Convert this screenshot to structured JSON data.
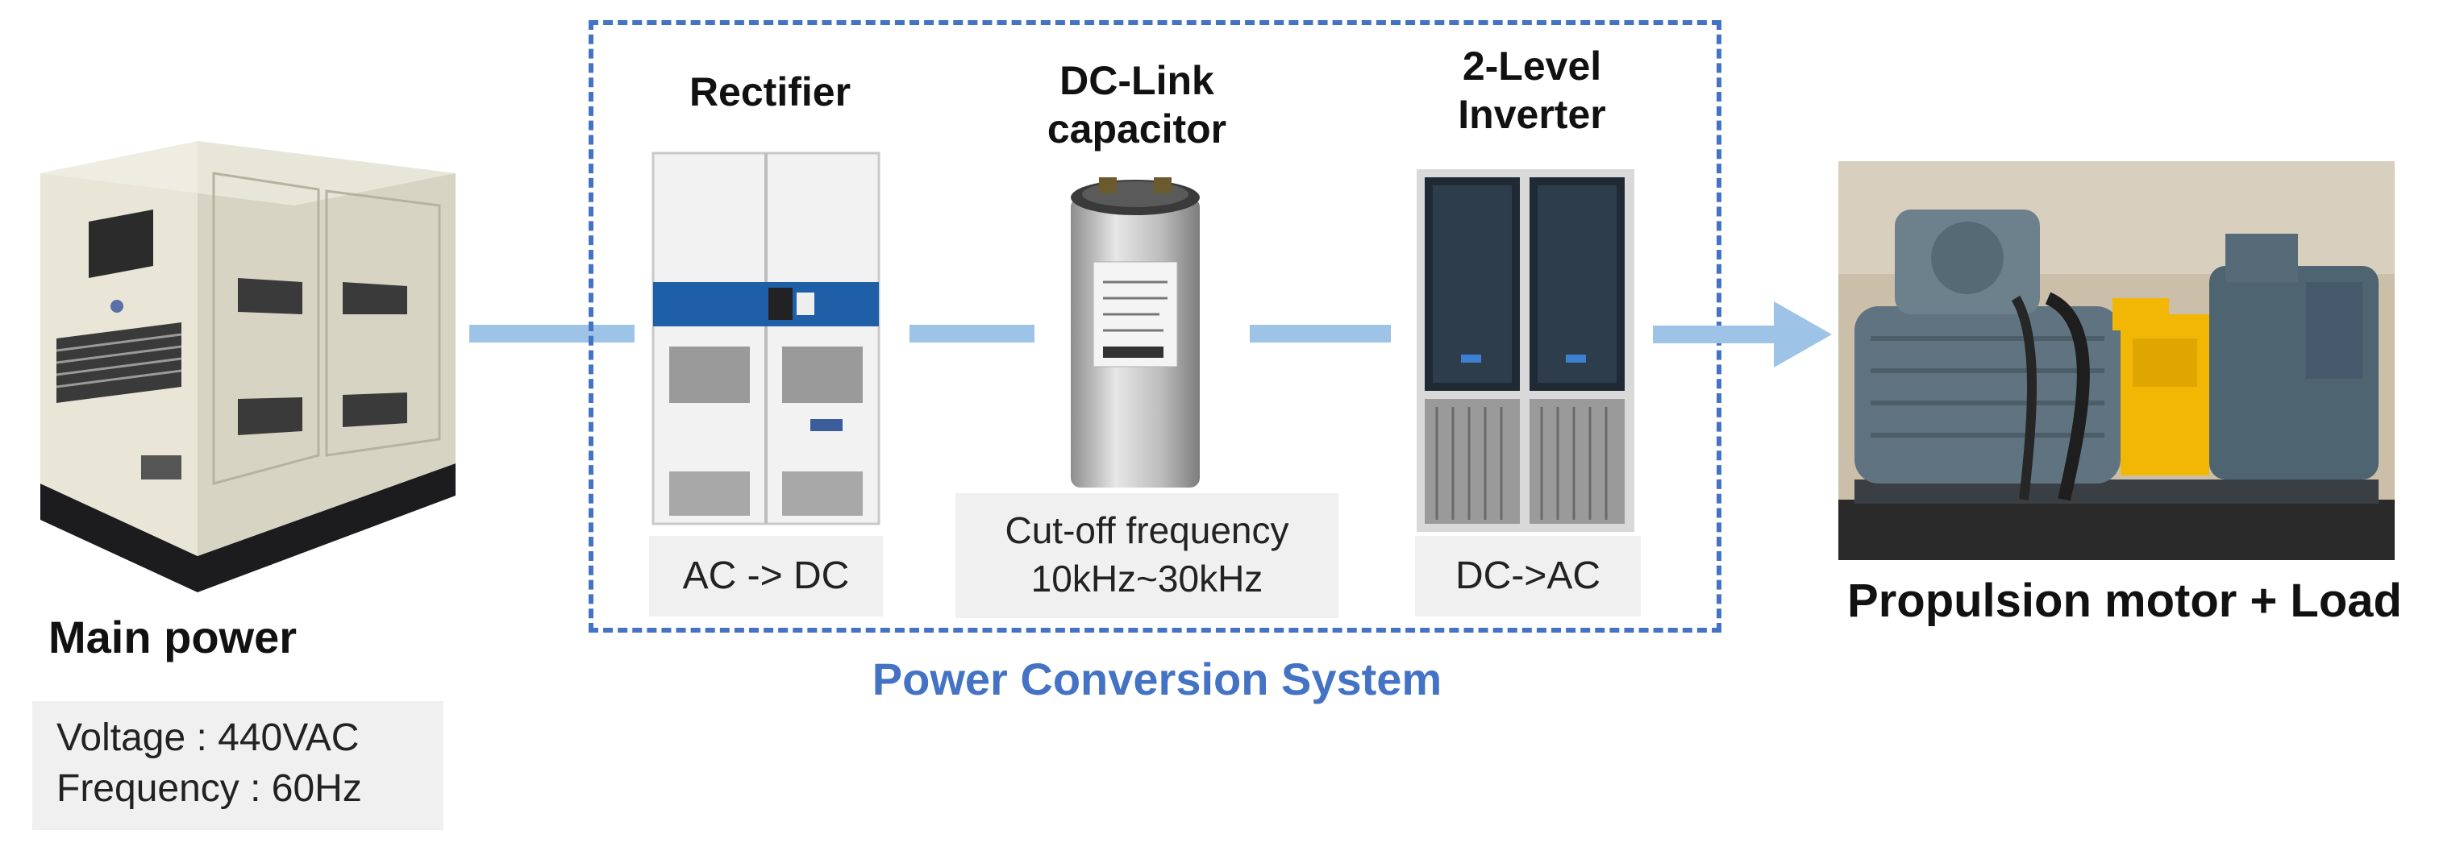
{
  "main_power": {
    "title": "Main power",
    "specs": [
      "Voltage : 440VAC",
      "Frequency : 60Hz"
    ]
  },
  "pcs": {
    "label": "Power Conversion System",
    "border_color": "#4472c4",
    "rectifier": {
      "title": "Rectifier",
      "note": "AC -> DC"
    },
    "capacitor": {
      "title_lines": [
        "DC-Link",
        "capacitor"
      ],
      "note_lines": [
        "Cut-off frequency",
        "10kHz~30kHz"
      ]
    },
    "inverter": {
      "title_lines": [
        "2-Level",
        "Inverter"
      ],
      "note": "DC->AC"
    }
  },
  "motor": {
    "title": "Propulsion motor + Load"
  },
  "colors": {
    "connector": "#9dc3e6",
    "label_box": "#f0f0f0"
  }
}
